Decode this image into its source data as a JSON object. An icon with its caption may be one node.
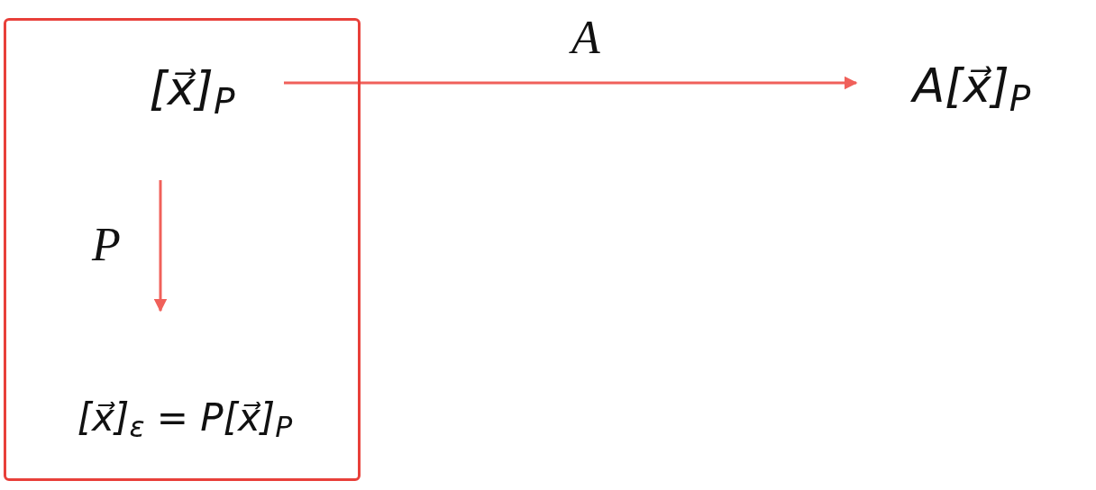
{
  "diagram": {
    "nodes": [
      {
        "text": [],
        "shape": "box"
      },
      {
        "text": [
          "[x⃗]$_{P}$"
        ],
        "in": 0
      },
      {
        "text": [
          "A[x⃗]$_{P}$"
        ]
      },
      {
        "text": [
          "[x⃗]$_{ε}$ = P[x⃗]$_{P}$"
        ],
        "in": 0
      }
    ],
    "edges": [
      {
        "from": 1,
        "to": 2,
        "arrow": "to",
        "label": "A"
      },
      {
        "from": 1,
        "to": 3,
        "arrow": "to",
        "label": "P"
      }
    ]
  }
}
